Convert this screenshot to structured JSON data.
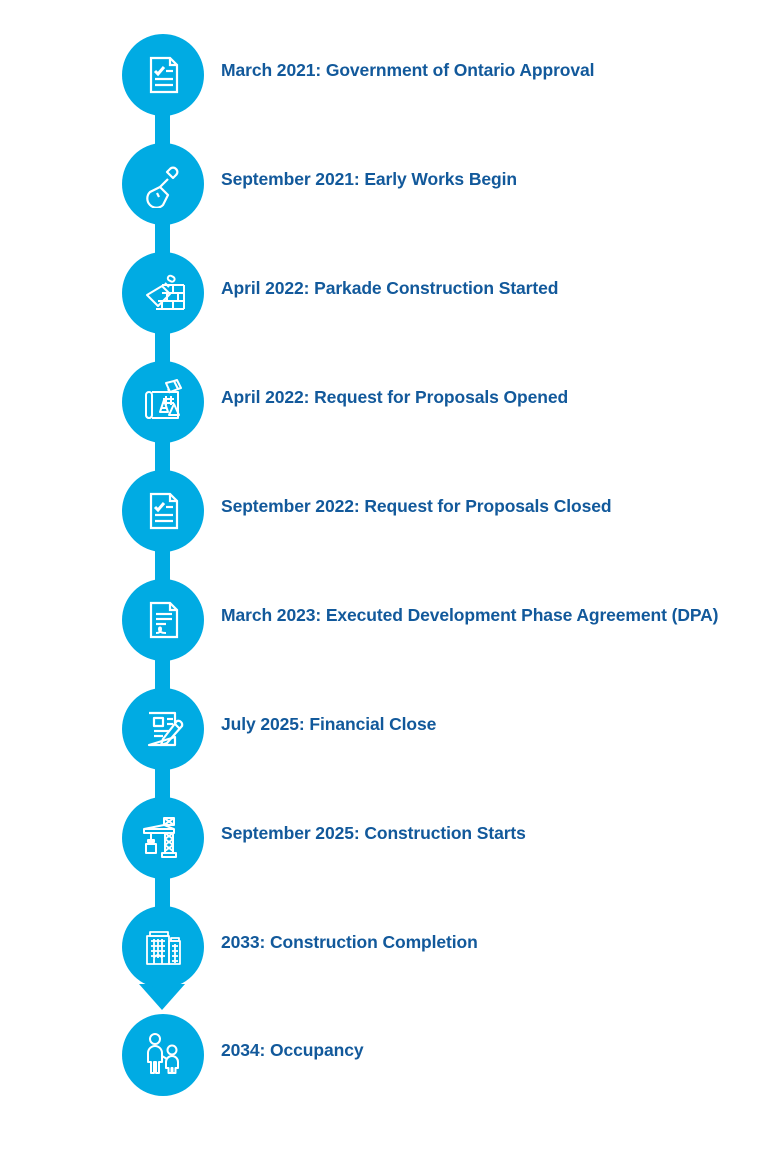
{
  "theme": {
    "accent_color": "#00ABE3",
    "text_color": "#12599B",
    "background_color": "#FFFFFF"
  },
  "timeline": {
    "orientation": "vertical",
    "milestones": [
      {
        "label": "March 2021: Government of Ontario Approval",
        "date": "March 2021",
        "event": "Government of Ontario Approval",
        "icon": "document-check-icon"
      },
      {
        "label": "September 2021: Early Works Begin",
        "date": "September 2021",
        "event": "Early Works Begin",
        "icon": "shovel-icon"
      },
      {
        "label": "April 2022: Parkade Construction Started",
        "date": "April 2022",
        "event": "Parkade Construction Started",
        "icon": "trowel-bricks-icon"
      },
      {
        "label": "April 2022: Request for Proposals Opened",
        "date": "April 2022",
        "event": "Request for Proposals Opened",
        "icon": "blueprint-drafting-icon"
      },
      {
        "label": "September 2022: Request for Proposals Closed",
        "date": "September 2022",
        "event": "Request for Proposals Closed",
        "icon": "document-check-icon"
      },
      {
        "label": "March 2023: Executed Development Phase Agreement (DPA)",
        "date": "March 2023",
        "event": "Executed Development Phase Agreement (DPA)",
        "icon": "signed-document-icon"
      },
      {
        "label": "July 2025: Financial Close",
        "date": "July 2025",
        "event": "Financial Close",
        "icon": "contract-pen-icon"
      },
      {
        "label": "September 2025: Construction Starts",
        "date": "September 2025",
        "event": "Construction Starts",
        "icon": "crane-icon"
      },
      {
        "label": "2033: Construction Completion",
        "date": "2033",
        "event": "Construction Completion",
        "icon": "building-icon"
      },
      {
        "label": "2034: Occupancy",
        "date": "2034",
        "event": "Occupancy",
        "icon": "adult-child-icon"
      }
    ]
  }
}
